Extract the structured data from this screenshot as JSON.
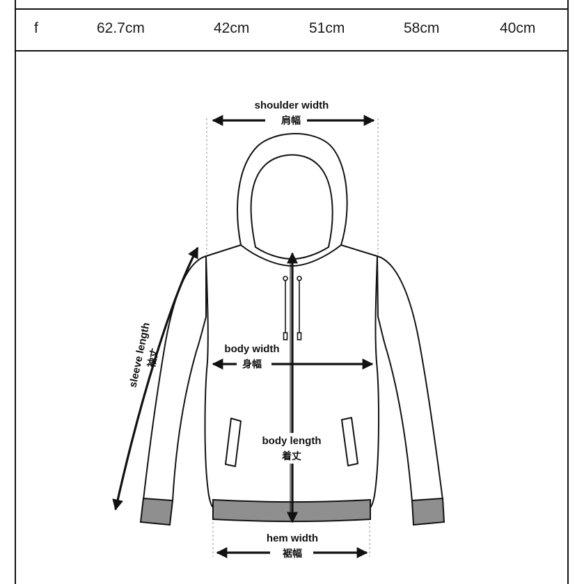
{
  "size_row": {
    "size": "f",
    "values": [
      "62.7cm",
      "42cm",
      "51cm",
      "58cm",
      "40cm"
    ]
  },
  "labels": {
    "shoulder_width": "shoulder width",
    "shoulder_width_cjk": "肩幅",
    "body_width": "body width",
    "body_width_cjk": "身幅",
    "sleeve_length": "sleeve length",
    "sleeve_length_cjk": "袖丈",
    "body_length": "body length",
    "body_length_cjk": "着丈",
    "hem_width": "hem width",
    "hem_width_cjk": "裾幅"
  },
  "colors": {
    "line": "#111111",
    "rib": "#8f8f8f",
    "guide": "#aaaaaa"
  },
  "icons": {
    "garment": "hoodie-outline",
    "arrows": "double-headed-arrow"
  }
}
